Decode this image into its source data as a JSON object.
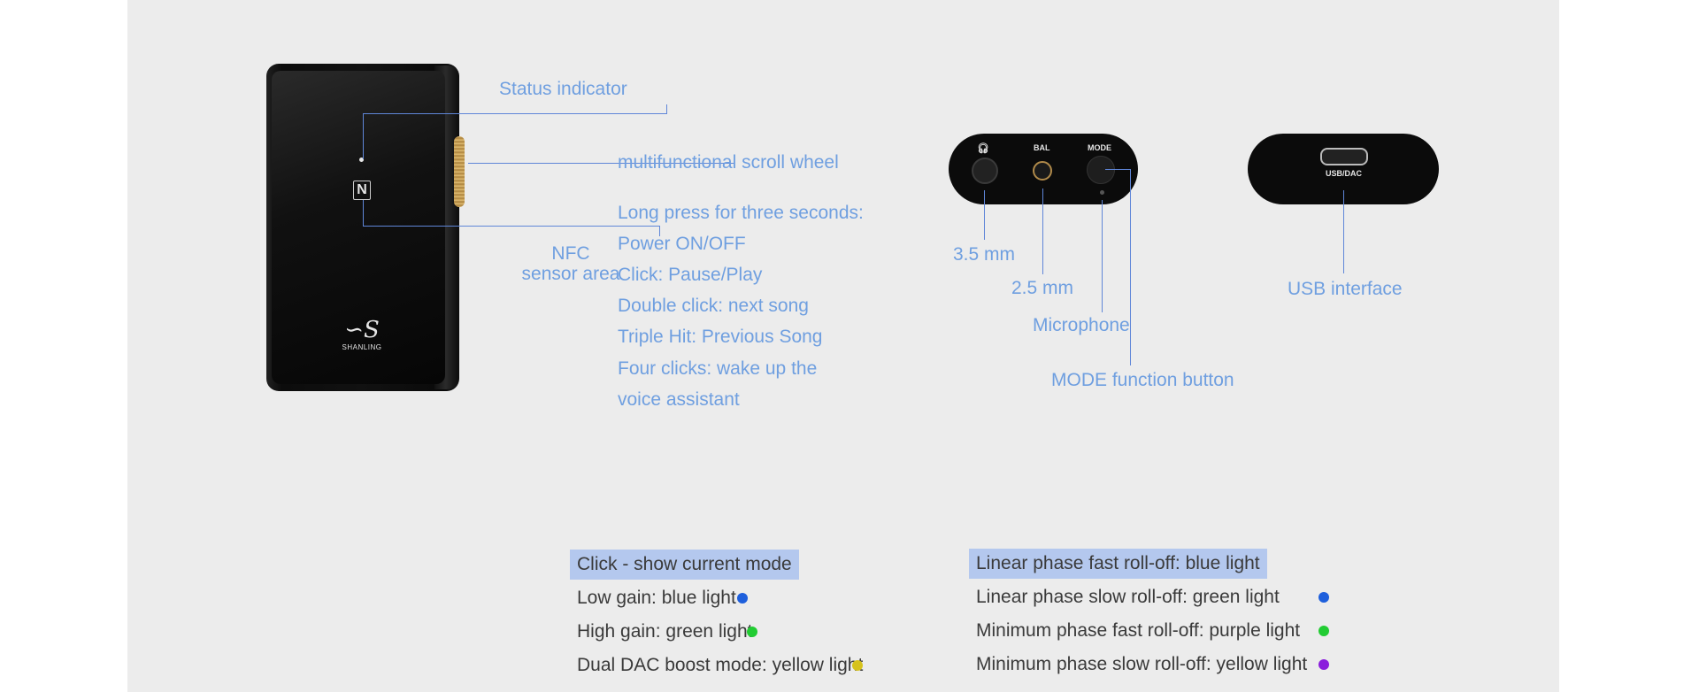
{
  "device_labels": {
    "status_indicator": "Status indicator",
    "scroll_wheel": "multifunctional scroll wheel",
    "nfc_line1": "NFC",
    "nfc_line2": "sensor area",
    "logo_text": "SHANLING"
  },
  "wheel_functions": [
    "Long press for three seconds:",
    "Power ON/OFF",
    "Click: Pause/Play",
    "Double click: next song",
    "Triple Hit: Previous Song",
    "Four clicks: wake up the",
    "voice assistant"
  ],
  "port_panel": {
    "icon_label": "headphone-icon",
    "bal_label": "BAL",
    "mode_label": "MODE",
    "jack_35": "3.5 mm",
    "jack_25": "2.5 mm",
    "microphone": "Microphone",
    "mode_button": "MODE function button"
  },
  "usb_panel": {
    "port_label": "USB/DAC",
    "usb_interface": "USB interface"
  },
  "mode_table": {
    "header": "Click - show current mode",
    "rows": [
      {
        "label": "Low gain: blue light",
        "color": "#1e5fdc"
      },
      {
        "label": "High gain: green light",
        "color": "#22cc33"
      },
      {
        "label": "Dual DAC boost mode: yellow light",
        "color": "#d6c21c"
      }
    ]
  },
  "filter_table": {
    "header": "Linear phase fast roll-off: blue light",
    "rows": [
      {
        "label": "Linear phase slow roll-off: green light",
        "color": "#1e5fdc"
      },
      {
        "label": "Minimum phase fast roll-off: purple light",
        "color": "#22cc33"
      },
      {
        "label": "Minimum phase slow roll-off: yellow light",
        "color": "#8a1edc"
      }
    ]
  },
  "colors": {
    "panel_bg": "#ececec",
    "label_blue": "#6f9fe0",
    "line_blue": "#5f86d8",
    "highlight": "#b4c8ee"
  }
}
